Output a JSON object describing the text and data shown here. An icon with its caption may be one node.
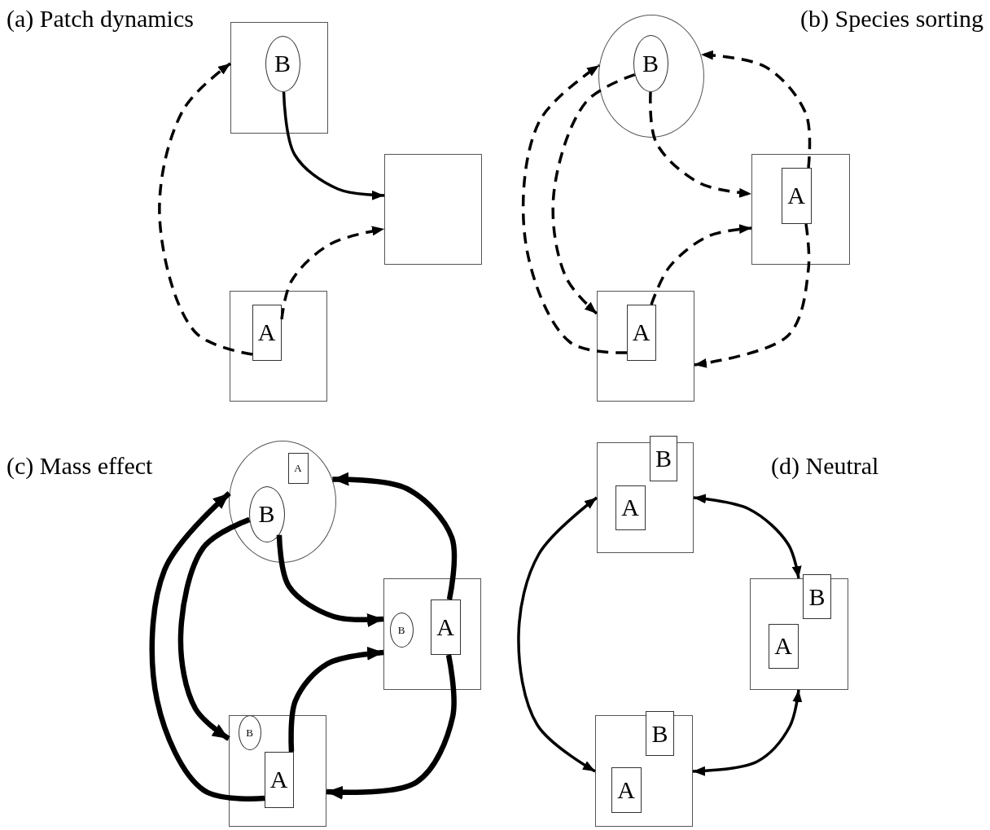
{
  "diagram": {
    "nodes": [
      {
        "text": [],
        "shape": "box"
      },
      {
        "text": [
          "B"
        ],
        "in": 0
      },
      {
        "text": [],
        "shape": "box"
      },
      {
        "text": [],
        "shape": "box"
      },
      {
        "text": [
          "A"
        ],
        "in": 3
      },
      {
        "text": [],
        "shape": "circle"
      },
      {
        "text": [
          "B"
        ],
        "in": 5
      },
      {
        "text": [],
        "shape": "box"
      },
      {
        "text": [
          "A"
        ],
        "in": 7
      },
      {
        "text": [],
        "shape": "box"
      },
      {
        "text": [
          "A"
        ],
        "in": 9
      },
      {
        "text": [],
        "shape": "circle"
      },
      {
        "text": [
          "A"
        ],
        "in": 11
      },
      {
        "text": [
          "B"
        ],
        "in": 11
      },
      {
        "text": [],
        "shape": "box"
      },
      {
        "text": [
          "B"
        ],
        "in": 14
      },
      {
        "text": [
          "A"
        ],
        "in": 14
      },
      {
        "text": [],
        "shape": "box"
      },
      {
        "text": [
          "B"
        ],
        "in": 17
      },
      {
        "text": [
          "A"
        ],
        "in": 17
      },
      {
        "text": [],
        "shape": "box"
      },
      {
        "text": [
          "B"
        ]
      },
      {
        "text": [
          "A"
        ],
        "in": 20
      },
      {
        "text": [],
        "shape": "box"
      },
      {
        "text": [
          "B"
        ]
      },
      {
        "text": [
          "A"
        ],
        "in": 23
      },
      {
        "text": [],
        "shape": "box"
      },
      {
        "text": [
          "B"
        ]
      },
      {
        "text": [
          "A"
        ],
        "in": 26
      }
    ],
    "edges": [
      {
        "from": 1,
        "to": 2,
        "arrow": "to"
      },
      {
        "from": 4,
        "to": 0,
        "arrow": "to",
        "style": "dashed"
      },
      {
        "from": 4,
        "to": 2,
        "arrow": "to",
        "style": "dashed"
      },
      {
        "from": 6,
        "to": 7,
        "arrow": "to",
        "style": "dashed"
      },
      {
        "from": 6,
        "to": 9,
        "arrow": "to",
        "style": "dashed"
      },
      {
        "from": 10,
        "to": 5,
        "arrow": "to",
        "style": "dashed"
      },
      {
        "from": 10,
        "to": 7,
        "arrow": "to",
        "style": "dashed"
      },
      {
        "from": 8,
        "to": 5,
        "arrow": "to",
        "style": "dashed"
      },
      {
        "from": 8,
        "to": 9,
        "arrow": "to",
        "style": "dashed"
      },
      {
        "from": 13,
        "to": 14,
        "arrow": "to",
        "style": "thick"
      },
      {
        "from": 13,
        "to": 17,
        "arrow": "to",
        "style": "thick"
      },
      {
        "from": 19,
        "to": 11,
        "arrow": "to",
        "style": "thick"
      },
      {
        "from": 19,
        "to": 14,
        "arrow": "to",
        "style": "thick"
      },
      {
        "from": 16,
        "to": 11,
        "arrow": "to",
        "style": "thick"
      },
      {
        "from": 16,
        "to": 17,
        "arrow": "to",
        "style": "thick"
      },
      {
        "from": 20,
        "to": 26,
        "arrow": "both"
      },
      {
        "from": 20,
        "to": 23,
        "arrow": "both"
      },
      {
        "from": 26,
        "to": 23,
        "arrow": "both"
      }
    ],
    "labels": [
      "(a) Patch dynamics",
      "(b) Species sorting",
      "(c) Mass effect",
      "(d) Neutral"
    ]
  }
}
